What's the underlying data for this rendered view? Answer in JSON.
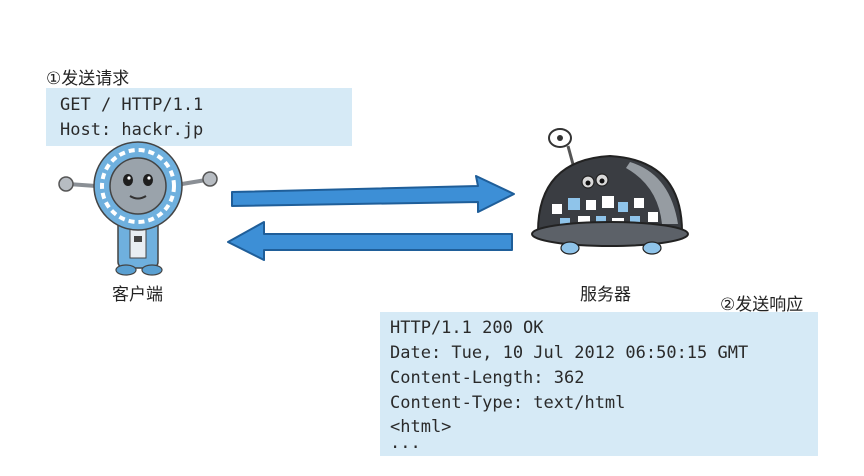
{
  "request": {
    "step_label": "①发送请求",
    "lines": [
      "GET / HTTP/1.1",
      "Host: hackr.jp"
    ]
  },
  "response": {
    "step_label": "②发送响应",
    "lines": [
      "HTTP/1.1 200 OK",
      "Date: Tue, 10 Jul 2012 06:50:15 GMT",
      "Content-Length: 362",
      "Content-Type: text/html",
      "<html>",
      "..."
    ]
  },
  "client": {
    "caption": "客户端",
    "icon": "robot-client-icon"
  },
  "server": {
    "caption": "服务器",
    "icon": "robot-server-icon"
  },
  "arrows": {
    "request_direction": "client-to-server",
    "response_direction": "server-to-client",
    "color": "#3d8fd6"
  }
}
